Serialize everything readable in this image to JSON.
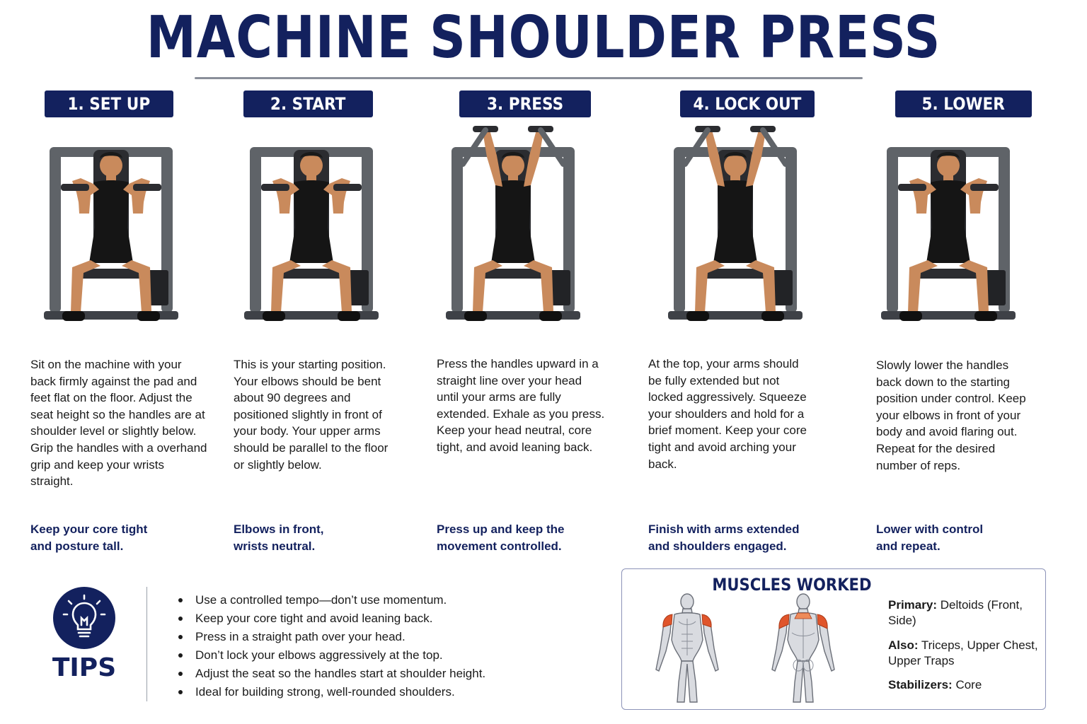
{
  "title": "MACHINE SHOULDER PRESS",
  "steps": [
    {
      "label": "1. SET UP",
      "description": "Sit on the machine with your back firmly against the pad and feet flat on the floor. Adjust the seat height so the handles are at shoulder level or slightly below. Grip the handles with a overhand grip and keep your wrists straight.",
      "cue": "Keep your core tight and posture tall.",
      "arms": "down"
    },
    {
      "label": "2. START",
      "description": "This is your starting position. Your elbows should be bent about 90 degrees and positioned slightly in front of your body. Your upper arms should be parallel to the floor or slightly below.",
      "cue": "Elbows in front, wrists neutral.",
      "arms": "down"
    },
    {
      "label": "3. PRESS",
      "description": "Press the handles upward in a straight line over your head until your arms are fully extended. Exhale as you press. Keep your head neutral, core tight, and avoid leaning back.",
      "cue": "Press up and keep the movement controlled.",
      "arms": "up"
    },
    {
      "label": "4. LOCK OUT",
      "description": "At the top, your arms should be fully extended but not locked aggressively. Squeeze your shoulders and hold for a brief moment. Keep your core tight and avoid arching your back.",
      "cue": "Finish with arms extended and shoulders engaged.",
      "arms": "up"
    },
    {
      "label": "5. LOWER",
      "description": "Slowly lower the handles back down to the starting position under control. Keep your elbows in front of your body and avoid flaring out. Repeat for the desired number of reps.",
      "cue": "Lower with control and repeat.",
      "arms": "down"
    }
  ],
  "tips": {
    "heading": "TIPS",
    "icon": "lightbulb-icon",
    "items": [
      "Use a controlled tempo—don’t use momentum.",
      "Keep your core tight and avoid leaning back.",
      "Press in a straight path over your head.",
      "Don’t lock your elbows aggressively at the top.",
      "Adjust the seat so the handles start at shoulder height.",
      "Ideal for building strong, well-rounded shoulders."
    ]
  },
  "muscles": {
    "title": "MUSCLES WORKED",
    "primary_label": "Primary:",
    "primary_value": "Deltoids (Front, Side)",
    "also_label": "Also:",
    "also_value": "Triceps, Upper Chest, Upper Traps",
    "stabilizers_label": "Stabilizers:",
    "stabilizers_value": "Core"
  },
  "colors": {
    "navy": "#13215e",
    "skin": "#c98a5c",
    "machine": "#5f6368",
    "muscle_highlight": "#e0552b"
  }
}
